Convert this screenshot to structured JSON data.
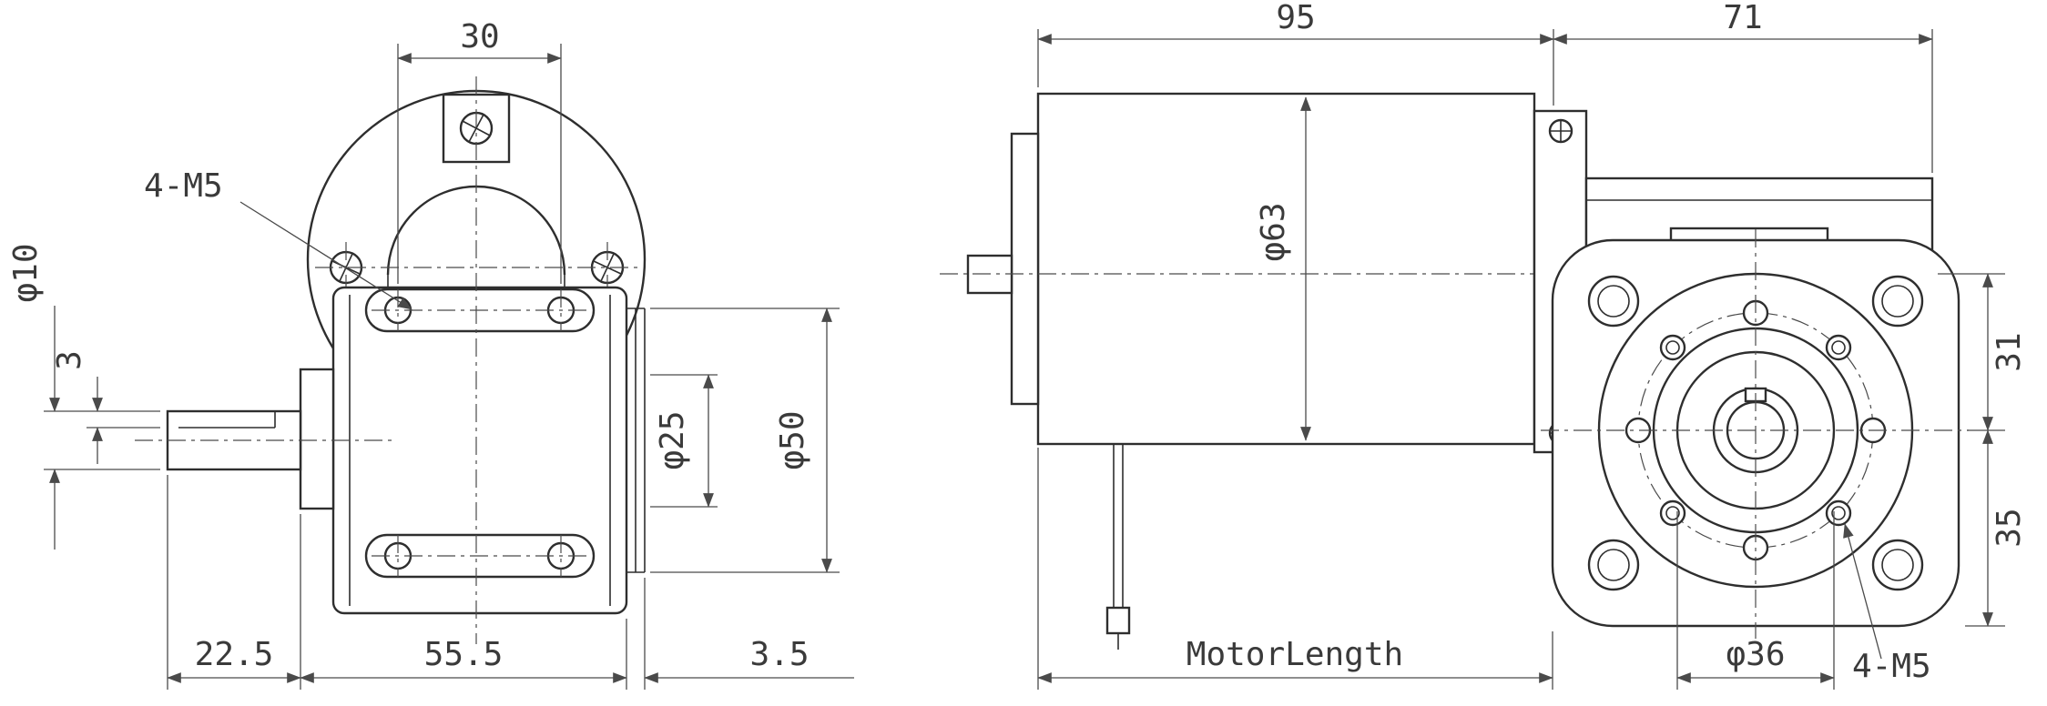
{
  "front_view": {
    "dim_top_width": "30",
    "label_screws": "4-M5",
    "dim_shaft_dia": "φ10",
    "dim_key": "3",
    "dim_boss_dia": "φ25",
    "dim_flange_dia": "φ50",
    "dim_shaft_len": "22.5",
    "dim_body_len": "55.5",
    "dim_face_offset": "3.5"
  },
  "side_view": {
    "dim_motor_len": "95",
    "dim_gearbox_len": "71",
    "dim_motor_dia": "φ63",
    "dim_axis_offset_upper": "31",
    "dim_axis_offset_lower": "35",
    "motor_length_label": "MotorLength",
    "dim_bolt_circle": "φ36",
    "label_screws": "4-M5"
  },
  "colors": {
    "line": "#2e2e2e",
    "dimension": "#4a4a4a",
    "background": "#ffffff"
  }
}
